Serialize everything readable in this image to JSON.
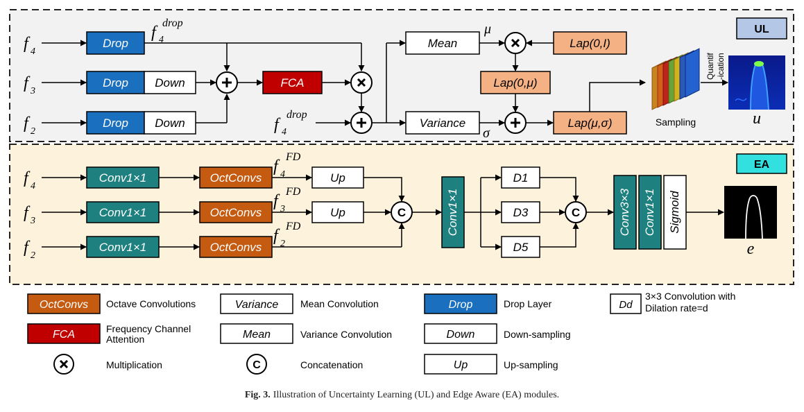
{
  "ul": {
    "badge": "UL",
    "inputs": [
      "f4",
      "f3",
      "f2"
    ],
    "drop": "Drop",
    "down": "Down",
    "fca": "FCA",
    "mean": "Mean",
    "variance": "Variance",
    "lap_0_I": "Lap(0,I)",
    "lap_0_mu": "Lap(0,μ)",
    "lap_mu_sigma": "Lap(μ,σ)",
    "f4_drop_base": "f",
    "f4_drop_sub": "4",
    "f4_drop_sup": "drop",
    "mu": "μ",
    "sigma": "σ",
    "sampling": "Sampling",
    "quantif_line1": "Quantif",
    "quantif_line2": "-ication",
    "output": "u"
  },
  "ea": {
    "badge": "EA",
    "inputs": [
      "f4",
      "f3",
      "f2"
    ],
    "conv1x1": "Conv1×1",
    "octconvs": "OctConvs",
    "fd_sup": "FD",
    "up": "Up",
    "concat": "C",
    "d1": "D1",
    "d3": "D3",
    "d5": "D5",
    "conv3x3": "Conv3×3",
    "sigmoid": "Sigmoid",
    "output": "e"
  },
  "legend": {
    "octconvs": {
      "symbol": "OctConvs",
      "text": "Octave Convolutions"
    },
    "fca": {
      "symbol": "FCA",
      "text_line1": "Frequency Channel",
      "text_line2": "Attention"
    },
    "mult": {
      "symbol": "×",
      "text": "Multiplication"
    },
    "variance": {
      "symbol": "Variance",
      "text": "Mean Convolution"
    },
    "mean": {
      "symbol": "Mean",
      "text": "Variance Convolution"
    },
    "concat": {
      "symbol": "C",
      "text": "Concatenation"
    },
    "drop": {
      "symbol": "Drop",
      "text": "Drop Layer"
    },
    "down": {
      "symbol": "Down",
      "text": "Down-sampling"
    },
    "up": {
      "symbol": "Up",
      "text": "Up-sampling"
    },
    "dd": {
      "symbol": "Dd",
      "text_line1": "3×3 Convolution with",
      "text_line2": "Dilation rate=d"
    }
  },
  "caption": {
    "label": "Fig. 3.",
    "text": "Illustration of Uncertainty Learning (UL) and Edge Aware (EA) modules."
  },
  "colors": {
    "drop": "#1a6fbf",
    "fca": "#c00000",
    "mean_box_bg": "#ffffff",
    "lap": "#f4b183",
    "octconvs": "#c55a11",
    "conv": "#1f8080",
    "ul_panel": "#f2f2f2",
    "ea_panel": "#fdf2dc",
    "badge": "#b4c7e7",
    "ea_badge": "#33e0e0"
  }
}
